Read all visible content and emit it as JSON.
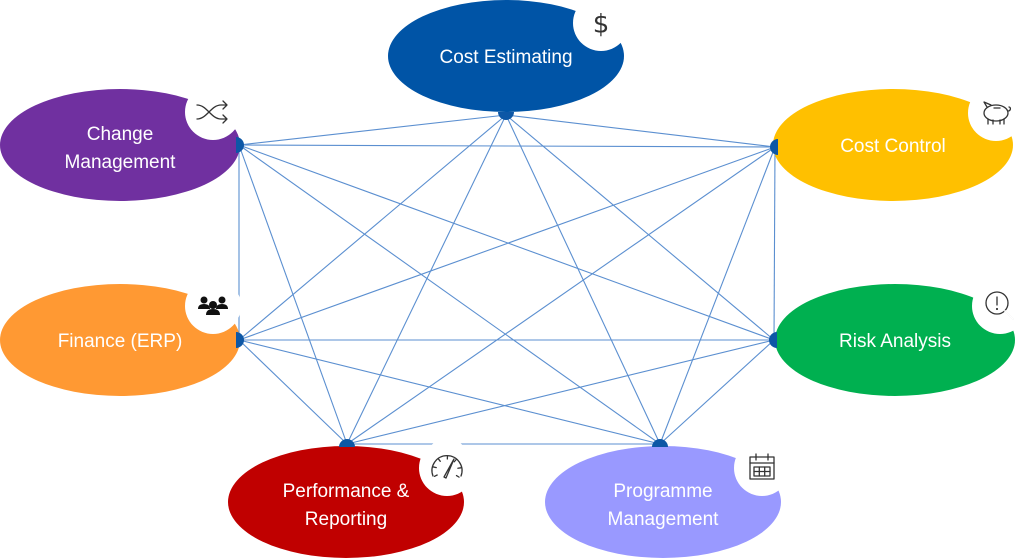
{
  "diagram": {
    "type": "fully-connected network",
    "edge_color": "#5b8fd0",
    "anchor_color": "#0d57a6",
    "nodes": [
      {
        "id": "cost-estimating",
        "lines": [
          "Cost Estimating"
        ],
        "color": "#0054a6",
        "icon": "dollar-icon"
      },
      {
        "id": "change-management",
        "lines": [
          "Change",
          "Management"
        ],
        "color": "#7030a0",
        "icon": "shuffle-icon"
      },
      {
        "id": "cost-control",
        "lines": [
          "Cost Control"
        ],
        "color": "#ffc000",
        "icon": "piggy-bank-icon"
      },
      {
        "id": "finance-erp",
        "lines": [
          "Finance (ERP)"
        ],
        "color": "#ff9933",
        "icon": "people-group-icon"
      },
      {
        "id": "risk-analysis",
        "lines": [
          "Risk Analysis"
        ],
        "color": "#00b050",
        "icon": "risk-search-icon"
      },
      {
        "id": "performance-reporting",
        "lines": [
          "Performance &",
          "Reporting"
        ],
        "color": "#c00000",
        "icon": "gauge-icon"
      },
      {
        "id": "programme-management",
        "lines": [
          "Programme",
          "Management"
        ],
        "color": "#9999ff",
        "icon": "calendar-icon"
      }
    ],
    "edges": "all-pairs"
  }
}
